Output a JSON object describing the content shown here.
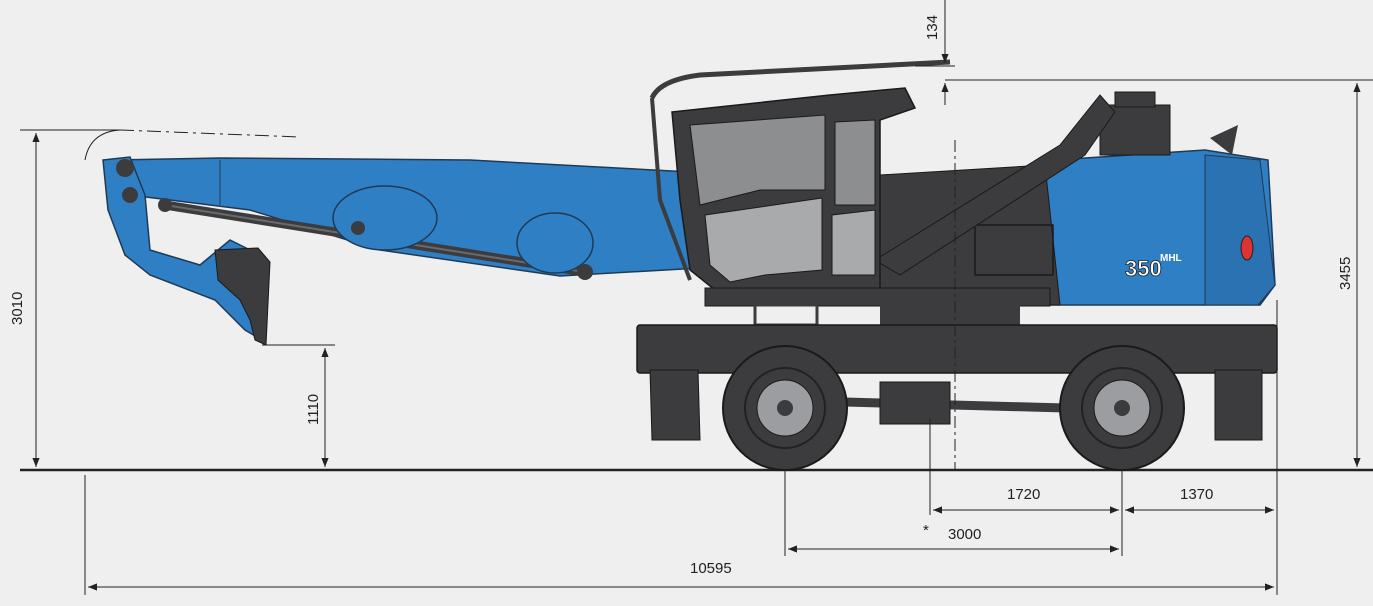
{
  "dimensions": {
    "overall_length": "10595",
    "wheelbase": "3000",
    "wheelbase_marker": "*",
    "rear_to_slew_center": "1720",
    "rear_overhang": "1370",
    "boom_height": "3010",
    "attachment_ground_clearance": "1110",
    "total_height": "3455",
    "rail_height": "134"
  },
  "machine": {
    "model_prefix": "MHL",
    "model_number": "350",
    "body_color": "#2f7fc4",
    "chassis_color": "#3c3c3e"
  }
}
